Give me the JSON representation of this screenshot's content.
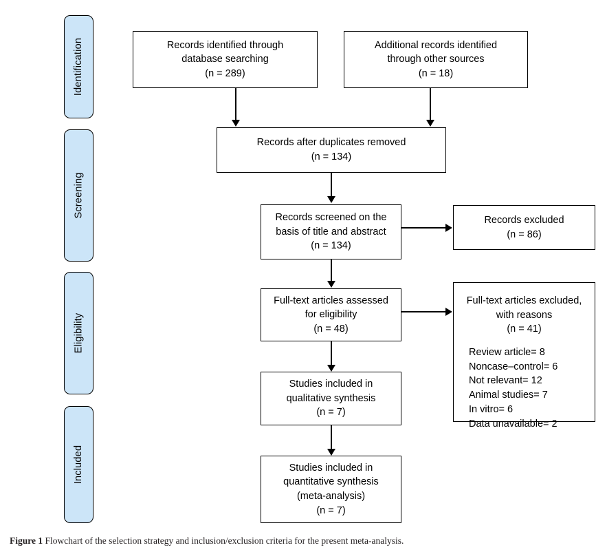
{
  "figure": {
    "label": "Figure 1",
    "caption": "Flowchart of the selection strategy and inclusion/exclusion criteria for the present meta-analysis.",
    "type": "prisma-flow-diagram"
  },
  "colors": {
    "stage_fill": "#cce5f8",
    "stage_border": "#000000",
    "node_fill": "#ffffff",
    "node_border": "#000000",
    "text": "#000000",
    "caption_text": "#231f20"
  },
  "stages": [
    {
      "id": "identification",
      "label": "Identification"
    },
    {
      "id": "screening",
      "label": "Screening"
    },
    {
      "id": "eligibility",
      "label": "Eligibility"
    },
    {
      "id": "included",
      "label": "Included"
    }
  ],
  "nodes": {
    "records_database": {
      "line1": "Records identified through",
      "line2": "database searching",
      "count": "(n = 289)"
    },
    "records_other": {
      "line1": "Additional records identified",
      "line2": "through other sources",
      "count": "(n = 18)"
    },
    "after_duplicates": {
      "line1": "Records after duplicates removed",
      "count": "(n = 134)"
    },
    "screened": {
      "line1": "Records screened on the",
      "line2": "basis of title and abstract",
      "count": "(n = 134)"
    },
    "records_excluded": {
      "line1": "Records excluded",
      "count": "(n = 86)"
    },
    "fulltext_assessed": {
      "line1": "Full-text articles assessed",
      "line2": "for eligibility",
      "count": "(n = 48)"
    },
    "fulltext_excluded": {
      "line1": "Full-text articles excluded,",
      "line2": "with reasons",
      "count": "(n = 41)",
      "reasons": [
        "Review article= 8",
        "Noncase–control= 6",
        "Not relevant= 12",
        "Animal studies= 7",
        "In vitro= 6",
        "Data unavailable= 2"
      ]
    },
    "qualitative": {
      "line1": "Studies included in",
      "line2": "qualitative synthesis",
      "count": "(n = 7)"
    },
    "quantitative": {
      "line1": "Studies included in",
      "line2": "quantitative synthesis",
      "line3": "(meta-analysis)",
      "count": "(n = 7)"
    }
  },
  "chart_data": {
    "type": "diagram",
    "title": "PRISMA flowchart of study selection",
    "stages": [
      "Identification",
      "Screening",
      "Eligibility",
      "Included"
    ],
    "counts": {
      "records_identified_database": 289,
      "additional_records_other_sources": 18,
      "records_after_duplicates_removed": 134,
      "records_screened": 134,
      "records_excluded": 86,
      "full_text_assessed": 48,
      "full_text_excluded": 41,
      "studies_qualitative_synthesis": 7,
      "studies_quantitative_synthesis": 7
    },
    "exclusion_reasons": {
      "Review article": 8,
      "Noncase-control": 6,
      "Not relevant": 12,
      "Animal studies": 7,
      "In vitro": 6,
      "Data unavailable": 2
    }
  }
}
